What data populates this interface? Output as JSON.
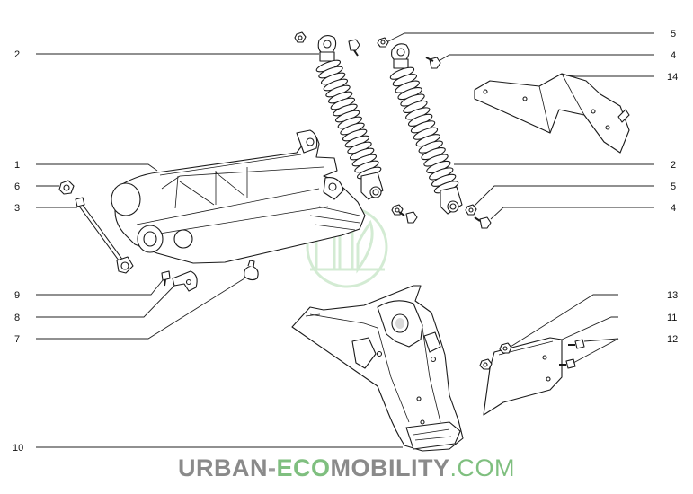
{
  "diagram": {
    "callouts_left": [
      {
        "id": "left-2",
        "label": "2"
      },
      {
        "id": "left-1",
        "label": "1"
      },
      {
        "id": "left-6",
        "label": "6"
      },
      {
        "id": "left-3",
        "label": "3"
      },
      {
        "id": "left-9",
        "label": "9"
      },
      {
        "id": "left-8",
        "label": "8"
      },
      {
        "id": "left-7",
        "label": "7"
      },
      {
        "id": "left-10",
        "label": "10"
      }
    ],
    "callouts_right": [
      {
        "id": "right-5a",
        "label": "5"
      },
      {
        "id": "right-4a",
        "label": "4"
      },
      {
        "id": "right-14",
        "label": "14"
      },
      {
        "id": "right-2",
        "label": "2"
      },
      {
        "id": "right-5b",
        "label": "5"
      },
      {
        "id": "right-4b",
        "label": "4"
      },
      {
        "id": "right-13",
        "label": "13"
      },
      {
        "id": "right-11",
        "label": "11"
      },
      {
        "id": "right-12",
        "label": "12"
      }
    ]
  },
  "watermark": {
    "urban": "URBAN",
    "dash": "-",
    "eco": "ECO",
    "mobility": "MOBILITY",
    "dotcom": ".COM"
  },
  "colors": {
    "eco_green": "#7fbf7f",
    "gray_text": "#8a8a8a",
    "line": "#1a1a1a"
  }
}
